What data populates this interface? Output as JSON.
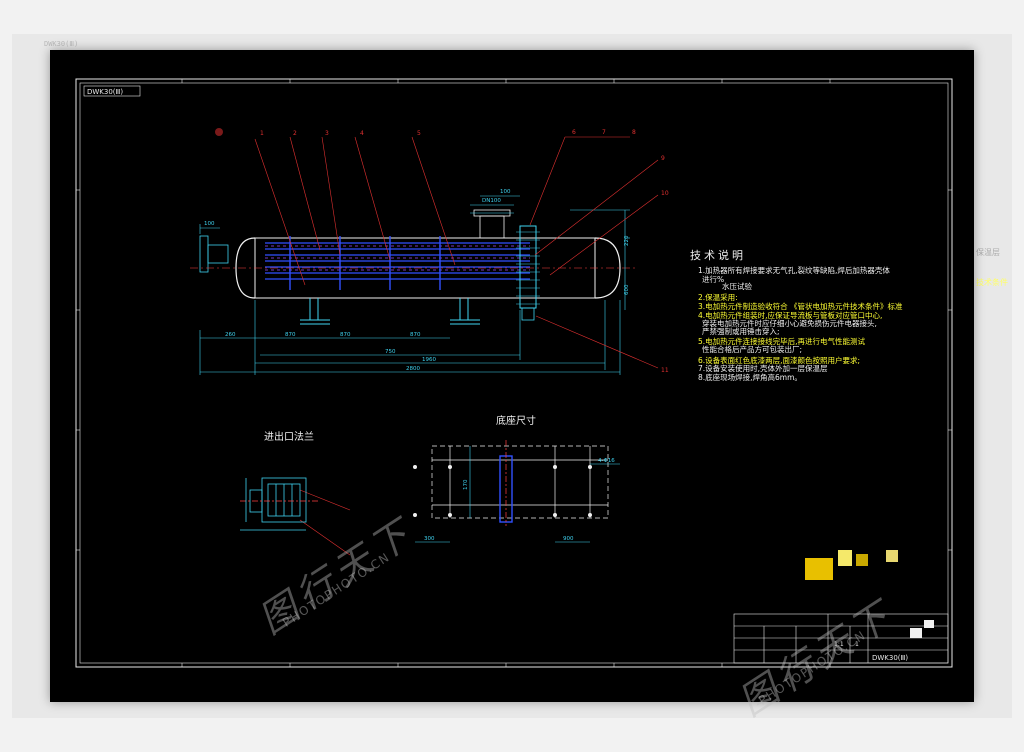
{
  "sheet": {
    "frame_code": "DWK30(Ⅲ)",
    "drawing_number": "DWK30(Ⅲ)"
  },
  "main_view": {
    "balloons": [
      "1",
      "2",
      "3",
      "4",
      "5",
      "6",
      "7",
      "8",
      "9",
      "10",
      "11"
    ],
    "dimensions": {
      "flange_offset": "100",
      "left_end": "260",
      "segment_a": "870",
      "segment_b": "870",
      "segment_c": "870",
      "span": "750",
      "overall_body": "1960",
      "overall": "2800",
      "nozzle_top": "100",
      "nozzle_width": "DN100",
      "height_right": "600",
      "height_small": "220"
    }
  },
  "technical_notes": {
    "title": "技术说明",
    "lines": [
      {
        "text": "1.加热器所有焊接要求无气孔,裂纹等缺陷,焊后加热器壳体",
        "color": "#f0f0f0"
      },
      {
        "text": "进行%",
        "color": "#f0f0f0"
      },
      {
        "text": "水压试验",
        "color": "#f0f0f0"
      },
      {
        "text": "2.保温采用:",
        "color": "#ffff33"
      },
      {
        "text": "3.电加热元件制造验收符合",
        "color": "#ffff33"
      },
      {
        "text": "《管状电加热元件技术条件》标准",
        "color": "#ffff33"
      },
      {
        "text": "4.电加热元件组装时,应保证导流板与管板对应管口中心,",
        "color": "#ffff33"
      },
      {
        "text": "穿装电加热元件时应仔细小心避免损伤元件电器接头,",
        "color": "#f0f0f0"
      },
      {
        "text": "严禁强制或用锤击穿入;",
        "color": "#f0f0f0"
      },
      {
        "text": "5.电加热元件连接接线完毕后,再进行电气性能测试",
        "color": "#ffff33"
      },
      {
        "text": "性能合格后产品方可包装出厂;",
        "color": "#f0f0f0"
      },
      {
        "text": "6.设备表面红色底漆两层,面漆颜色按照用户要求;",
        "color": "#ffff33"
      },
      {
        "text": "7.设备安装使用时,壳体外加一层保温层",
        "color": "#f0f0f0"
      },
      {
        "text": "8.底座现场焊接,焊角高6mm。",
        "color": "#f0f0f0"
      }
    ]
  },
  "flange_view": {
    "title": "进出口法兰"
  },
  "base_view": {
    "title": "底座尺寸",
    "dimensions": {
      "hole": "4-Φ16",
      "left": "300",
      "mid": "900",
      "height": "170"
    }
  },
  "title_block": {
    "drawing_number": "DWK30(Ⅲ)",
    "scale": "1:1",
    "sheet": "1"
  },
  "ghost_texts": {
    "top_left_code": "DWK30(Ⅲ)",
    "right_fragment_1": "技术条件",
    "right_fragment_2": "保温层"
  },
  "watermarks": {
    "brand": "图行天下",
    "url": "PHOTOPHOTO.CN"
  },
  "colors": {
    "background": "#000000",
    "frame": "#e8e8e8",
    "dimension": "#3fd3f0",
    "vessel": "#3050ff",
    "leader": "#e03030",
    "note_highlight": "#ffff33"
  }
}
